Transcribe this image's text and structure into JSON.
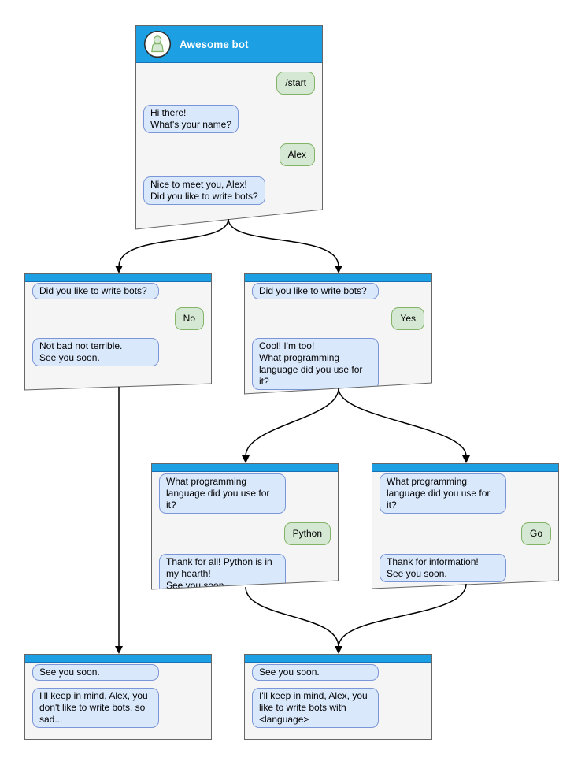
{
  "diagram": {
    "type": "chatbot-conversation-flow",
    "bot_title": "Awesome bot"
  },
  "colors": {
    "titlebar_blue": "#1c9fe3",
    "titlebar_border": "#1672b5",
    "window_bg": "#f5f5f5",
    "window_border": "#666666",
    "bot_bubble_bg": "#dae8fc",
    "bot_bubble_border": "#7b96d8",
    "user_bubble_bg": "#d5e8d4",
    "user_bubble_border": "#82b366",
    "connector": "#000000",
    "title_text": "#ffffff"
  },
  "windows": [
    {
      "id": "main",
      "title": "Awesome bot",
      "messages": [
        {
          "from": "user",
          "text": "/start"
        },
        {
          "from": "bot",
          "text": "Hi there!\nWhat's your name?"
        },
        {
          "from": "user",
          "text": "Alex"
        },
        {
          "from": "bot",
          "text": "Nice to meet you, Alex!\nDid you like to write bots?"
        }
      ]
    },
    {
      "id": "branch-no",
      "messages": [
        {
          "from": "bot",
          "text": "Did you like to write bots?"
        },
        {
          "from": "user",
          "text": "No"
        },
        {
          "from": "bot",
          "text": "Not bad not terrible.\nSee you soon."
        }
      ]
    },
    {
      "id": "branch-yes",
      "messages": [
        {
          "from": "bot",
          "text": "Did you like to write bots?"
        },
        {
          "from": "user",
          "text": "Yes"
        },
        {
          "from": "bot",
          "text": "Cool! I'm too!\nWhat programming\nlanguage did you use for it?"
        }
      ]
    },
    {
      "id": "lang-python",
      "messages": [
        {
          "from": "bot",
          "text": "What programming\nlanguage did you use for it?"
        },
        {
          "from": "user",
          "text": "Python"
        },
        {
          "from": "bot",
          "text": "Thank for all! Python is in\nmy hearth!\nSee you soon."
        }
      ]
    },
    {
      "id": "lang-go",
      "messages": [
        {
          "from": "bot",
          "text": "What programming\nlanguage did you use for it?"
        },
        {
          "from": "user",
          "text": "Go"
        },
        {
          "from": "bot",
          "text": "Thank for information!\nSee you soon."
        }
      ]
    },
    {
      "id": "end-no",
      "messages": [
        {
          "from": "bot",
          "text": "See you soon."
        },
        {
          "from": "bot",
          "text": "I'll keep in mind, Alex, you\ndon't like to write bots, so\nsad..."
        }
      ]
    },
    {
      "id": "end-yes",
      "messages": [
        {
          "from": "bot",
          "text": "See you soon."
        },
        {
          "from": "bot",
          "text": "I'll keep in mind, Alex, you\nlike to write bots with\n<language>"
        }
      ]
    }
  ],
  "connectors": [
    {
      "from": "main",
      "to": "branch-no"
    },
    {
      "from": "main",
      "to": "branch-yes"
    },
    {
      "from": "branch-no",
      "to": "end-no"
    },
    {
      "from": "branch-yes",
      "to": "lang-python"
    },
    {
      "from": "branch-yes",
      "to": "lang-go"
    },
    {
      "from": "lang-python",
      "to": "end-yes"
    },
    {
      "from": "lang-go",
      "to": "end-yes"
    }
  ]
}
